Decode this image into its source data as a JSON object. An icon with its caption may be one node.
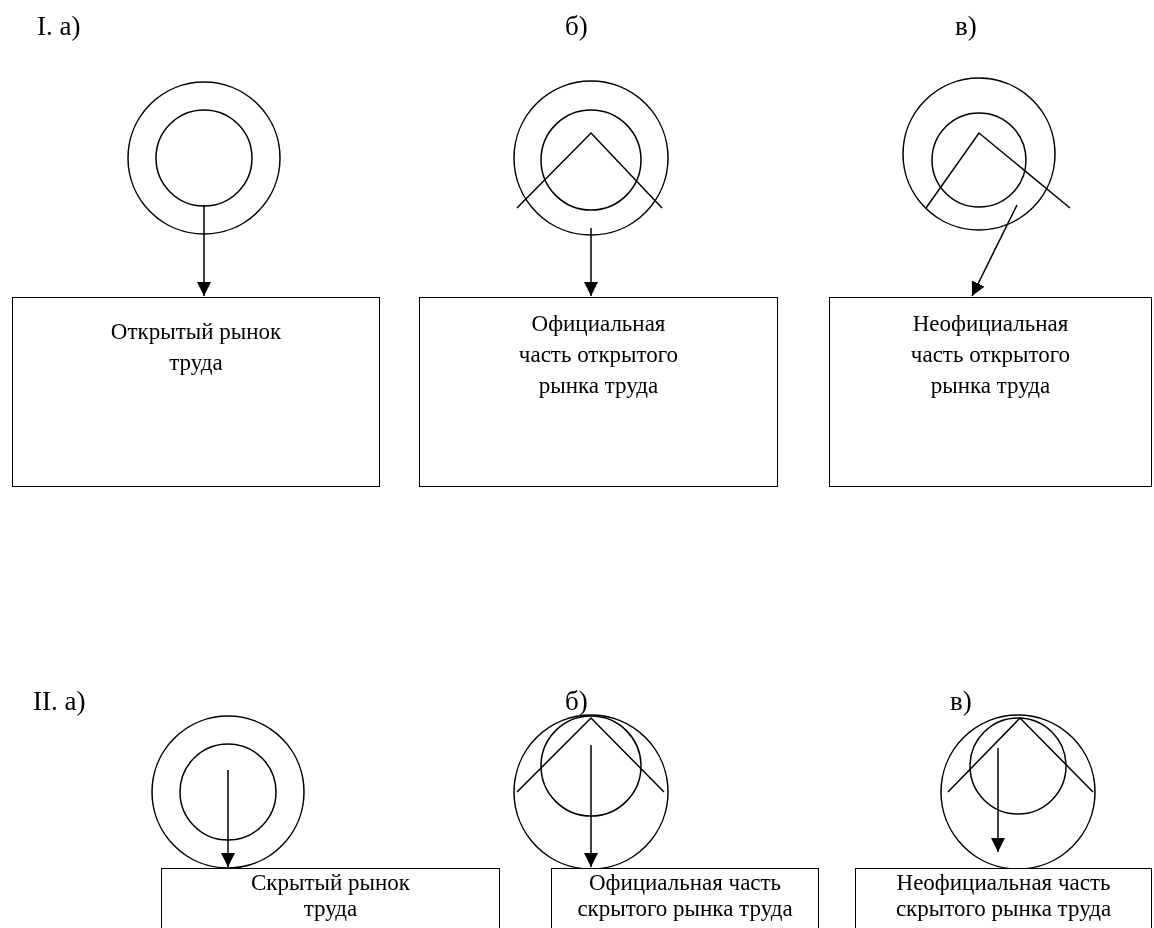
{
  "diagram": {
    "nodes": [
      {
        "text": [],
        "shape": "circle"
      },
      {
        "text": [],
        "shape": "circle"
      },
      {
        "text": [],
        "shape": "circle"
      },
      {
        "text": [
          "Открытый рынок труда"
        ]
      },
      {
        "text": [
          "Официальная часть открытого рынка труда"
        ]
      },
      {
        "text": [
          "Неофициальная часть открытого рынка труда"
        ]
      },
      {
        "text": [],
        "shape": "circle"
      },
      {
        "text": [],
        "shape": "circle"
      },
      {
        "text": [],
        "shape": "circle"
      },
      {
        "text": [
          "Скрытый рынок труда"
        ]
      },
      {
        "text": [
          "Официальная часть скрытого рынка труда"
        ]
      },
      {
        "text": [
          "Неофициальная часть скрытого рынка труда"
        ]
      }
    ],
    "edges": [
      {
        "from": 0,
        "to": 3,
        "arrow": "to"
      },
      {
        "from": 1,
        "to": 4,
        "arrow": "to"
      },
      {
        "from": 2,
        "to": 5,
        "arrow": "to"
      },
      {
        "from": 6,
        "to": 9,
        "arrow": "to"
      },
      {
        "from": 7,
        "to": 10,
        "arrow": "to"
      },
      {
        "from": 8,
        "to": 11,
        "arrow": "to"
      }
    ],
    "labels": [
      "I. а)",
      "б)",
      "в)",
      "II. а)",
      "б)",
      "в)"
    ]
  }
}
